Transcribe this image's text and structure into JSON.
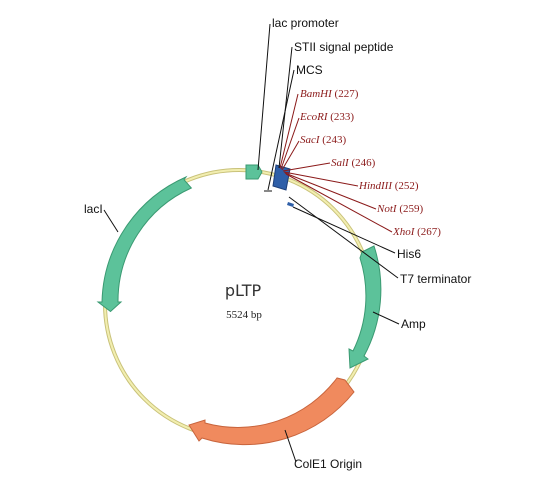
{
  "plasmid": {
    "name": "pLTP",
    "size": "5524 bp"
  },
  "features": {
    "lac_promoter": "lac promoter",
    "stII": "STII signal peptide",
    "mcs": "MCS",
    "his6": "His6",
    "t7_term": "T7 terminator",
    "amp": "Amp",
    "colE1": "ColE1 Origin",
    "lacI": "lacI"
  },
  "sites": [
    {
      "name": "BamHI",
      "pos": "(227)"
    },
    {
      "name": "EcoRI",
      "pos": "(233)"
    },
    {
      "name": "SacI",
      "pos": "(243)"
    },
    {
      "name": "SalI",
      "pos": "(246)"
    },
    {
      "name": "HindIII",
      "pos": "(252)"
    },
    {
      "name": "NotI",
      "pos": "(259)"
    },
    {
      "name": "XhoI",
      "pos": "(267)"
    }
  ],
  "colors": {
    "backbone": "#f2eeb0",
    "backbone_edge": "#c9c27a",
    "gene": "#5cc29a",
    "gene_edge": "#3a9a72",
    "origin": "#f08a5e",
    "origin_edge": "#c8643c",
    "mcs": "#2f5fa8",
    "site_line": "#8b1a1a"
  }
}
